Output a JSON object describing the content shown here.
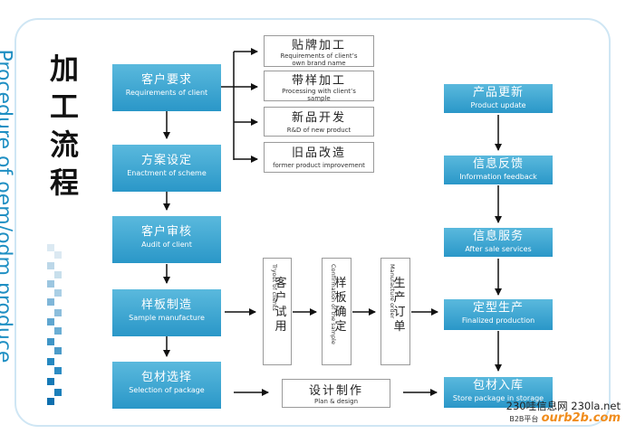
{
  "title": {
    "cn": "加工流程",
    "en": "Procedure of oem/odm produce"
  },
  "left_steps": [
    {
      "cn": "客户要求",
      "en": "Requirements of client"
    },
    {
      "cn": "方案设定",
      "en": "Enactment of scheme"
    },
    {
      "cn": "客户审核",
      "en": "Audit of client"
    },
    {
      "cn": "样板制造",
      "en": "Sample manufacture"
    },
    {
      "cn": "包材选择",
      "en": "Selection of package"
    }
  ],
  "branch_options": [
    {
      "cn": "贴牌加工",
      "en": "Requirements of client’s own brand name"
    },
    {
      "cn": "带样加工",
      "en": "Processing with client’s sample"
    },
    {
      "cn": "新品开发",
      "en": "R&D of new product"
    },
    {
      "cn": "旧品改造",
      "en": "former product improvement"
    }
  ],
  "middle_steps": [
    {
      "cn": "客户试用",
      "en": "Tryout of clients"
    },
    {
      "cn": "样板确定",
      "en": "Confirmation of the sample"
    },
    {
      "cn": "生产订单",
      "en": "Manufacture order"
    }
  ],
  "design_step": {
    "cn": "设计制作",
    "en": "Plan & design"
  },
  "right_steps": [
    {
      "cn": "产品更新",
      "en": "Product update"
    },
    {
      "cn": "信息反馈",
      "en": "Information feedback"
    },
    {
      "cn": "信息服务",
      "en": "After sale services"
    },
    {
      "cn": "定型生产",
      "en": "Finalized production"
    },
    {
      "cn": "包材入库",
      "en": "Store package in storage"
    }
  ],
  "watermark": {
    "line1": "230哇信息网 230la.net",
    "b2b": "B2B平台",
    "brand": "ourb2b.com"
  },
  "colors": {
    "blue_box": "#2a97c8",
    "title_en": "#1f8fc3",
    "frame": "#cfe6f4"
  }
}
